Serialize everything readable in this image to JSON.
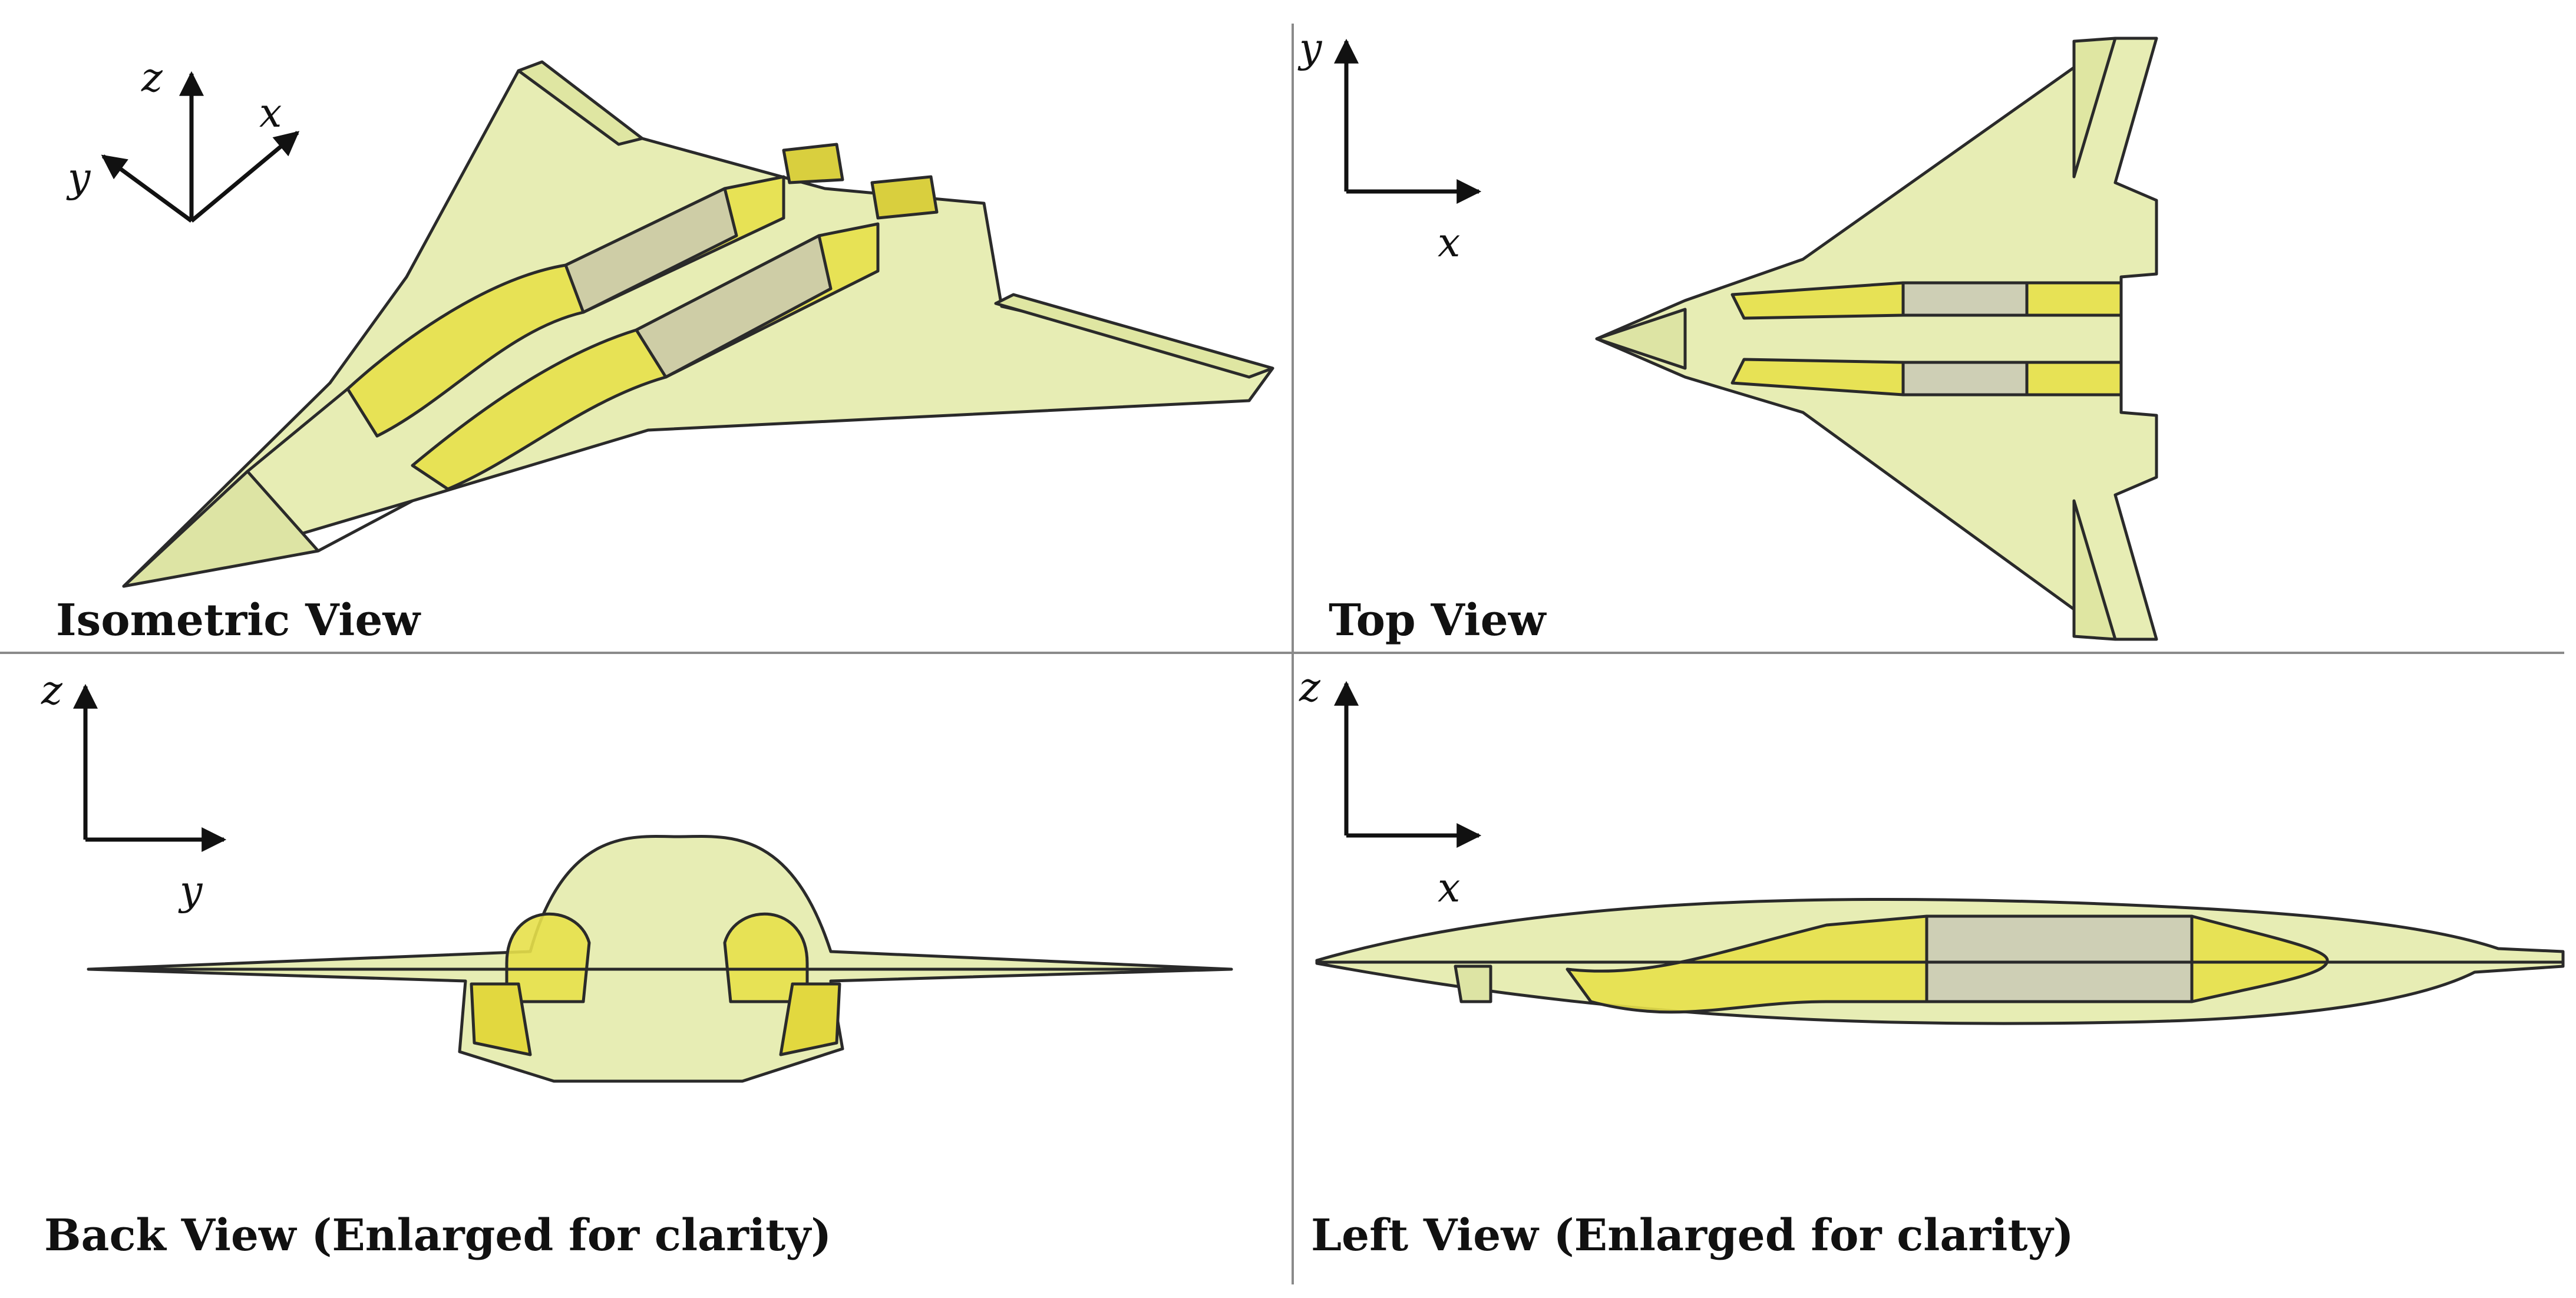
{
  "panels": {
    "isometric": {
      "label": "Isometric View",
      "axes": {
        "x": "x",
        "y": "y",
        "z": "z"
      }
    },
    "top": {
      "label": "Top View",
      "axes": {
        "x": "x",
        "y": "y"
      }
    },
    "back": {
      "label": "Back View (Enlarged for clarity)",
      "axes": {
        "y": "y",
        "z": "z"
      }
    },
    "left": {
      "label": "Left View (Enlarged for clarity)",
      "axes": {
        "x": "x",
        "z": "z"
      }
    }
  },
  "colors": {
    "skin": "#e6ecb0",
    "skin_stroke": "#2a2a2a",
    "duct": "#e7e04a",
    "duct_dark": "#cfc63a",
    "engine": "#c9c9b5",
    "divider": "#8a8a8a"
  }
}
